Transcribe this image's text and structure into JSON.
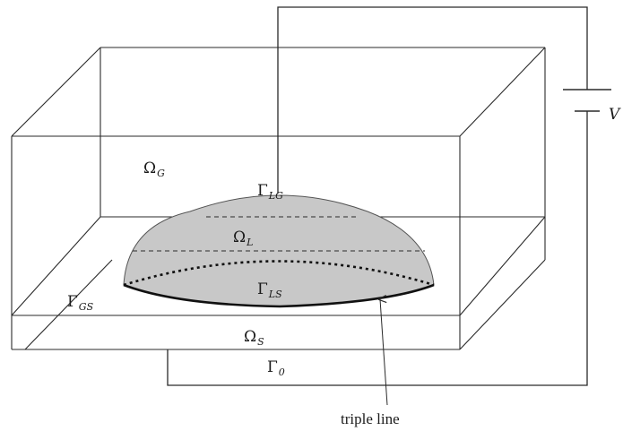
{
  "labels": {
    "omega_g": {
      "main": "Ω",
      "sub": "G"
    },
    "gamma_lg": {
      "main": "Γ",
      "sub": "LG"
    },
    "omega_l": {
      "main": "Ω",
      "sub": "L"
    },
    "gamma_ls": {
      "main": "Γ",
      "sub": "LS"
    },
    "gamma_gs": {
      "main": "Γ",
      "sub": "GS"
    },
    "omega_s": {
      "main": "Ω",
      "sub": "S"
    },
    "gamma_0": {
      "main": "Γ",
      "sub": "0"
    },
    "voltage": "V",
    "triple_line": "triple line"
  },
  "colors": {
    "droplet_fill": "#c8c8c8",
    "line": "#2a2a2a",
    "background": "#ffffff"
  }
}
